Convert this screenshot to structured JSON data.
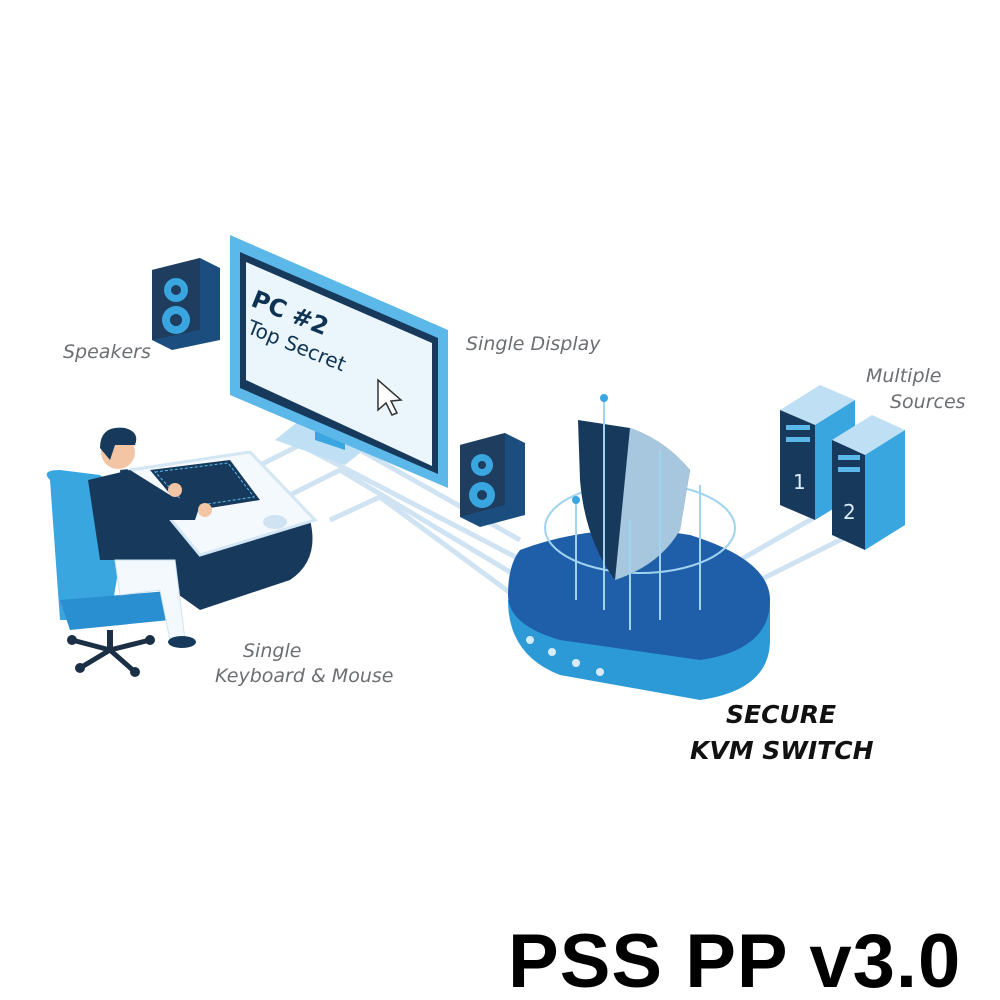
{
  "labels": {
    "speakers": "Speakers",
    "single_display": "Single Display",
    "multiple_sources_1": "Multiple",
    "multiple_sources_2": "Sources",
    "keyboard_mouse_1": "Single",
    "keyboard_mouse_2": "Keyboard & Mouse",
    "kvm_1": "SECURE",
    "kvm_2": "KVM SWITCH"
  },
  "screen": {
    "line1": "PC #2",
    "line2": "Top Secret"
  },
  "servers": [
    "1",
    "2"
  ],
  "footer": "PSS PP v3.0",
  "colors": {
    "dark_blue": "#173a5c",
    "mid_blue": "#1f6fb3",
    "light_blue": "#3aa6e0",
    "pale_blue": "#d8ecf8"
  }
}
